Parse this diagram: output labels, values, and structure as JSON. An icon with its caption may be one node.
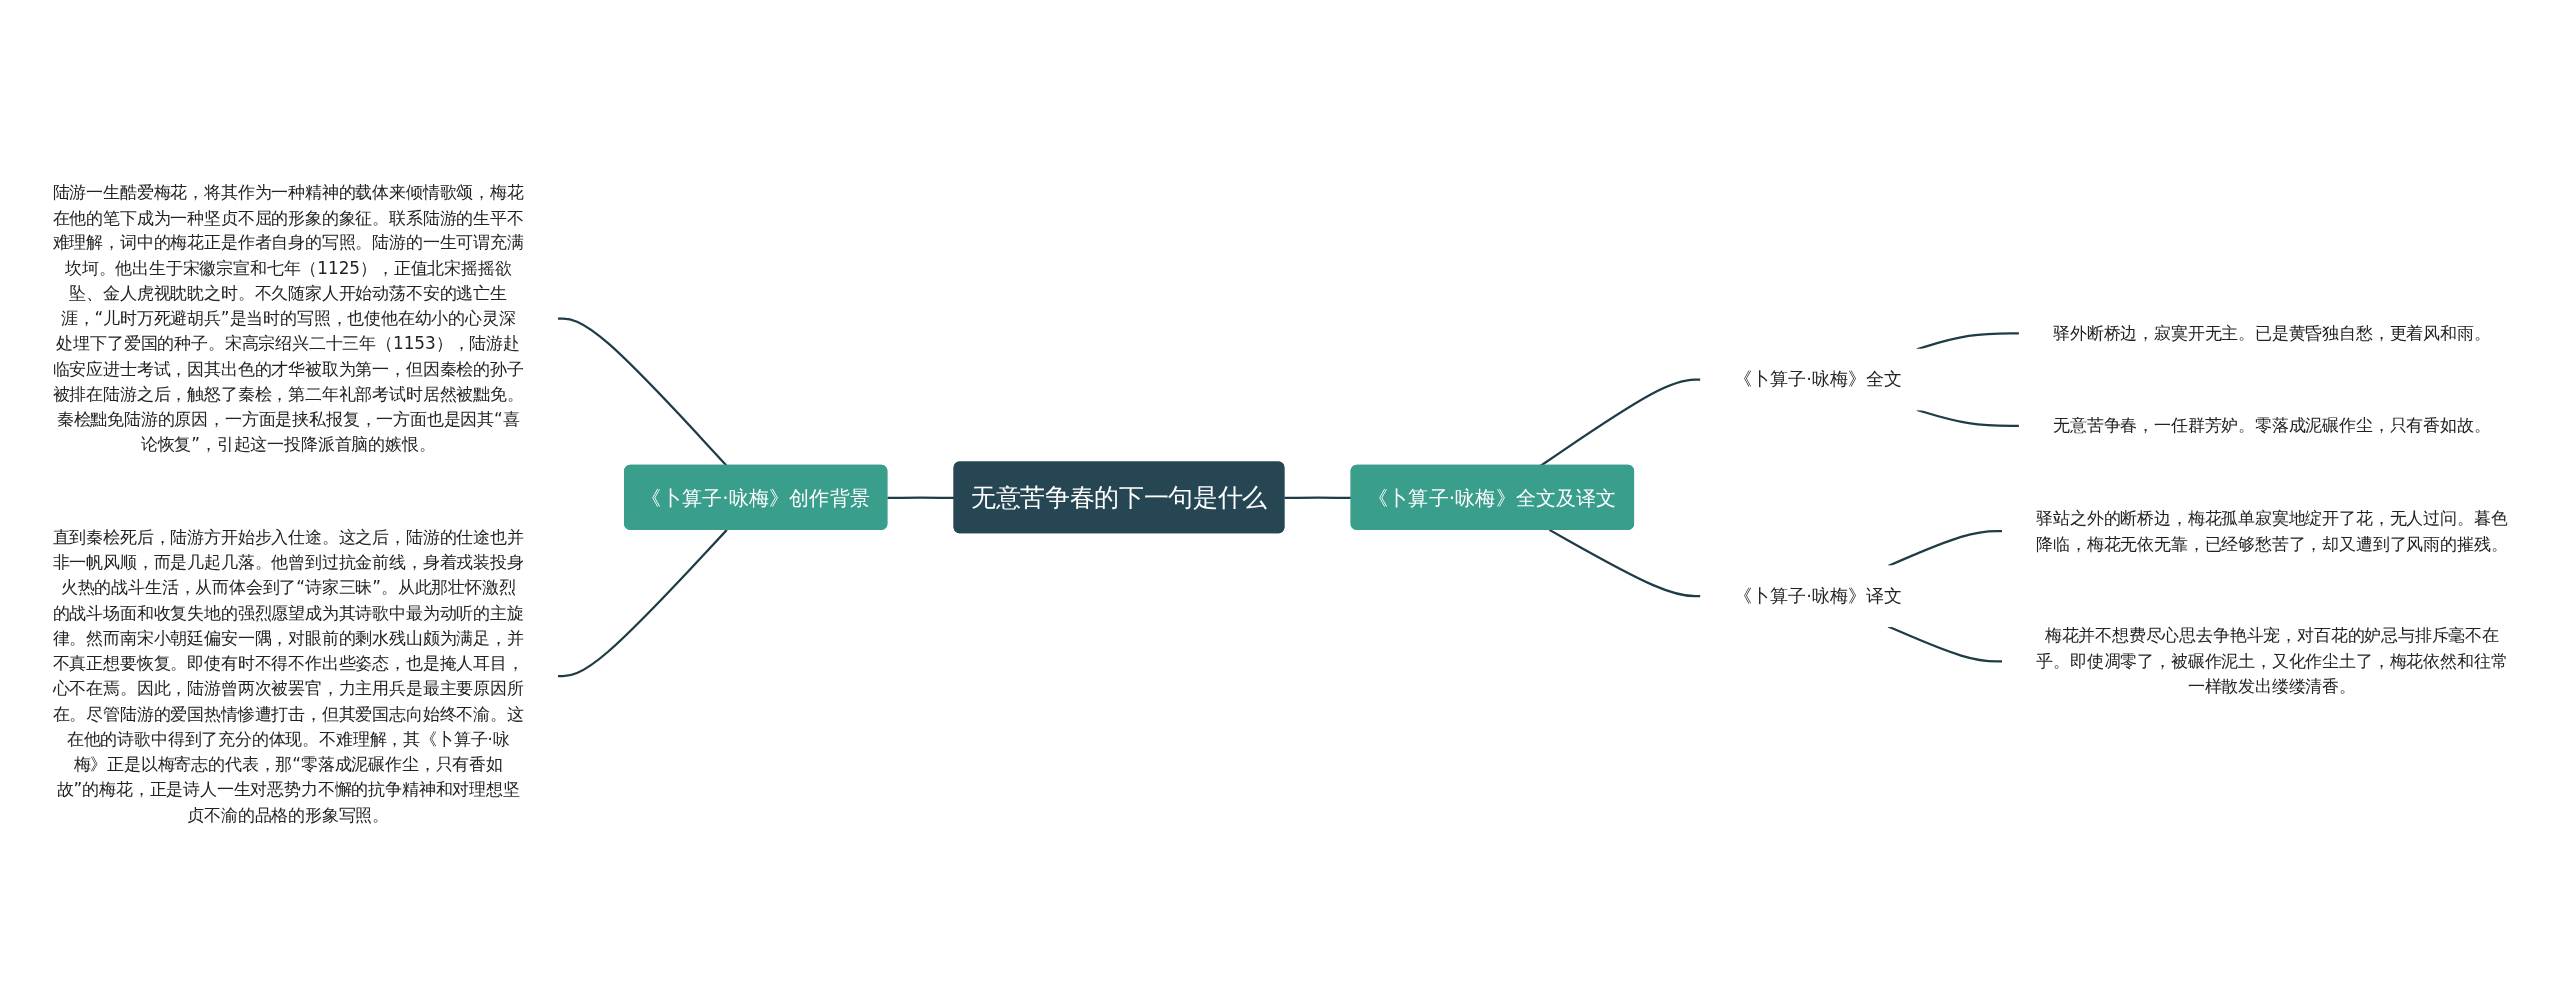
{
  "diagram": {
    "nodes": [
      {
        "text": [
          "无意苦争春的下一句是什么"
        ]
      },
      {
        "text": [
          "《卜算子·咏梅》创作背景"
        ]
      },
      {
        "text": [
          "陆游一生酷爱梅花，将其作为一种精神的载体来倾情歌颂，梅花在他的笔下成为一种坚贞不屈的形象的象征。联系陆游的生平不难理解，词中的梅花正是作者自身的写照。陆游的一生可谓充满坎坷。他出生于宋徽宗宣和七年（1125），正值北宋摇摇欲坠、金人虎视眈眈之时。不久随家人开始动荡不安的逃亡生涯，“儿时万死避胡兵”是当时的写照，也使他在幼小的心灵深处埋下了爱国的种子。宋高宗绍兴二十三年（1153），陆游赴临安应进士考试，因其出色的才华被取为第一，但因秦桧的孙子被排在陆游之后，触怒了秦桧，第二年礼部考试时居然被黜免。秦桧黜免陆游的原因，一方面是挟私报复，一方面也是因其“喜论恢复”，引起这一投降派首脑的嫉恨。"
        ]
      },
      {
        "text": [
          "直到秦桧死后，陆游方开始步入仕途。这之后，陆游的仕途也并非一帆风顺，而是几起几落。他曾到过抗金前线，身着戎装投身火热的战斗生活，从而体会到了“诗家三昧”。从此那壮怀激烈的战斗场面和收复失地的强烈愿望成为其诗歌中最为动听的主旋律。然而南宋小朝廷偏安一隅，对眼前的剩水残山颇为满足，并不真正想要恢复。即使有时不得不作出些姿态，也是掩人耳目，心不在焉。因此，陆游曾两次被罢官，力主用兵是最主要原因所在。尽管陆游的爱国热情惨遭打击，但其爱国志向始终不渝。这在他的诗歌中得到了充分的体现。不难理解，其《卜算子·咏梅》正是以梅寄志的代表，那“零落成泥碾作尘，只有香如故”的梅花，正是诗人一生对恶势力不懈的抗争精神和对理想坚贞不渝的品格的形象写照。"
        ]
      },
      {
        "text": [
          "《卜算子·咏梅》全文及译文"
        ]
      },
      {
        "text": [
          "《卜算子·咏梅》全文"
        ]
      },
      {
        "text": [
          "驿外断桥边，寂寞开无主。已是黄昏独自愁，更着风和雨。"
        ]
      },
      {
        "text": [
          "无意苦争春，一任群芳妒。零落成泥碾作尘，只有香如故。"
        ]
      },
      {
        "text": [
          "《卜算子·咏梅》译文"
        ]
      },
      {
        "text": [
          "驿站之外的断桥边，梅花孤单寂寞地绽开了花，无人过问。暮色降临，梅花无依无靠，已经够愁苦了，却又遭到了风雨的摧残。"
        ]
      },
      {
        "text": [
          "梅花并不想费尽心思去争艳斗宠，对百花的妒忌与排斥毫不在乎。即使凋零了，被碾作泥土，又化作尘土了，梅花依然和往常一样散发出缕缕清香。"
        ]
      }
    ],
    "edges": [
      {
        "from": 1,
        "to": 0,
        "arrow": "none"
      },
      {
        "from": 2,
        "to": 1,
        "arrow": "none"
      },
      {
        "from": 3,
        "to": 1,
        "arrow": "none"
      },
      {
        "from": 0,
        "to": 4,
        "arrow": "none"
      },
      {
        "from": 4,
        "to": 5,
        "arrow": "none"
      },
      {
        "from": 5,
        "to": 6,
        "arrow": "none"
      },
      {
        "from": 5,
        "to": 7,
        "arrow": "none"
      },
      {
        "from": 4,
        "to": 8,
        "arrow": "none"
      },
      {
        "from": 8,
        "to": 9,
        "arrow": "none"
      },
      {
        "from": 8,
        "to": 10,
        "arrow": "none"
      }
    ]
  }
}
